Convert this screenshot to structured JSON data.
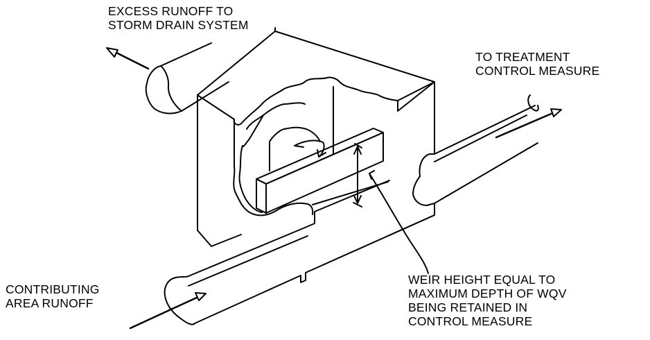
{
  "labels": {
    "excess_runoff": [
      "EXCESS RUNOFF TO",
      "STORM DRAIN SYSTEM"
    ],
    "to_treatment": [
      "TO TREATMENT",
      "CONTROL MEASURE"
    ],
    "contributing": [
      "CONTRIBUTING",
      "AREA RUNOFF"
    ],
    "weir_height": [
      "WEIR HEIGHT EQUAL TO",
      "MAXIMUM DEPTH OF WQV",
      "BEING RETAINED IN",
      "CONTROL MEASURE"
    ]
  },
  "colors": {
    "ink": "#000000",
    "paper": "#ffffff"
  }
}
